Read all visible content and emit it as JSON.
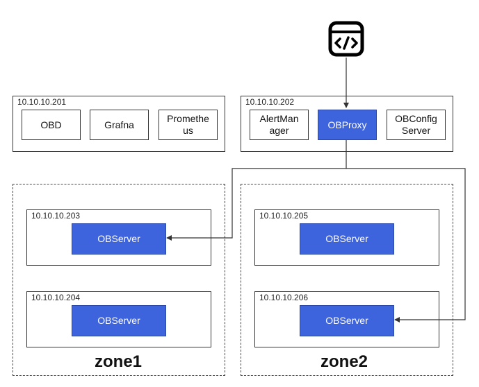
{
  "hosts": {
    "h201": {
      "ip": "10.10.10.201",
      "nodes": [
        "OBD",
        "Grafna",
        "Promethe us"
      ]
    },
    "h202": {
      "ip": "10.10.10.202",
      "nodes": [
        "AlertMan ager",
        "OBProxy",
        "OBConfig Server"
      ]
    }
  },
  "zones": {
    "zone1": {
      "label": "zone1",
      "hosts": [
        {
          "ip": "10.10.10.203",
          "node": "OBServer"
        },
        {
          "ip": "10.10.10.204",
          "node": "OBServer"
        }
      ]
    },
    "zone2": {
      "label": "zone2",
      "hosts": [
        {
          "ip": "10.10.10.205",
          "node": "OBServer"
        },
        {
          "ip": "10.10.10.206",
          "node": "OBServer"
        }
      ]
    }
  },
  "colors": {
    "node_fill": "#3d63dd",
    "node_text": "#ffffff",
    "line": "#333333"
  },
  "icon": "code-window-icon"
}
